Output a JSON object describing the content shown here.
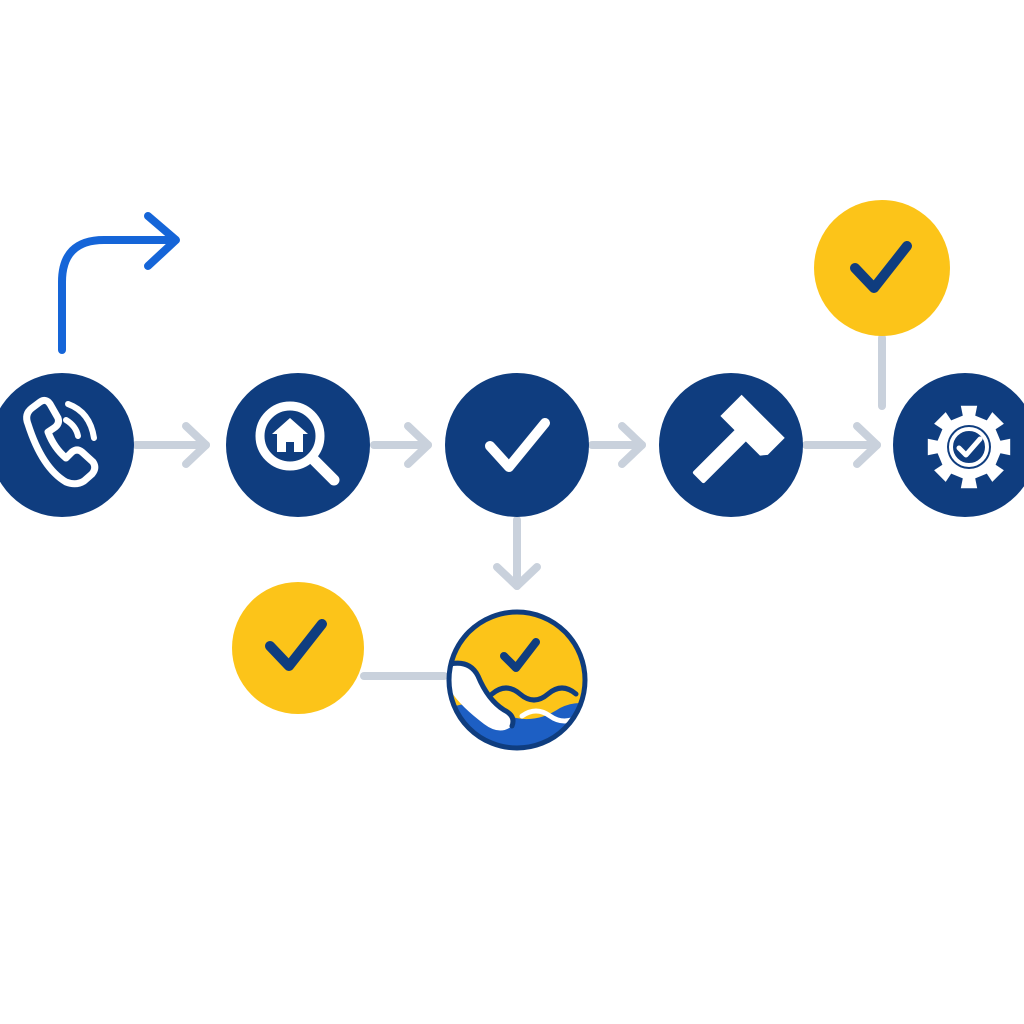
{
  "colors": {
    "background": "#ffffff",
    "node_primary": "#0f3d7f",
    "node_accent": "#fcc419",
    "connector": "#c9d1dc",
    "start_arrow": "#1565d8",
    "icon_light": "#ffffff",
    "wave_blue": "#1d5fc4"
  },
  "nodes": [
    {
      "key": "call",
      "icon": "phone-ringing-icon"
    },
    {
      "key": "inspect",
      "icon": "home-search-icon"
    },
    {
      "key": "approve",
      "icon": "check-icon"
    },
    {
      "key": "build",
      "icon": "hammer-icon"
    },
    {
      "key": "maintain",
      "icon": "gear-check-icon"
    },
    {
      "key": "top-approval",
      "icon": "check-icon"
    },
    {
      "key": "flood",
      "icon": "flood-check-icon"
    },
    {
      "key": "side-approval",
      "icon": "check-icon"
    }
  ],
  "edges": [
    {
      "from": "call",
      "to": "inspect",
      "style": "arrow"
    },
    {
      "from": "inspect",
      "to": "approve",
      "style": "arrow"
    },
    {
      "from": "approve",
      "to": "build",
      "style": "arrow"
    },
    {
      "from": "build",
      "to": "maintain",
      "style": "arrow"
    },
    {
      "from": "approve",
      "to": "flood",
      "style": "arrow"
    },
    {
      "from": "top-approval",
      "to": "maintain",
      "style": "line"
    },
    {
      "from": "side-approval",
      "to": "flood",
      "style": "line"
    }
  ],
  "start_arrow": {
    "icon": "curved-arrow-icon"
  }
}
